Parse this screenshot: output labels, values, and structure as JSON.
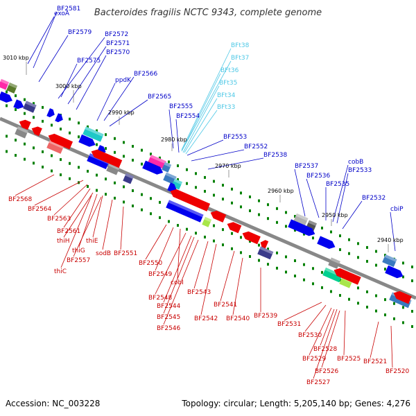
{
  "title": "Bacteroides fragilis NCTC 9343, complete genome",
  "footer": {
    "accession": "Accession: NC_003228",
    "summary": "Topology: circular; Length: 5,205,140 bp; Genes: 4,276"
  },
  "colors": {
    "top_label": "#0000c8",
    "top_rna_label": "#4dc8e6",
    "bottom_label": "#c80000",
    "backbone": "#888888",
    "tick": "#008000"
  },
  "kbp_marks": [
    "3010 kbp",
    "3000 kbp",
    "2990 kbp",
    "2980 kbp",
    "2970 kbp",
    "2960 kbp",
    "2950 kbp",
    "2940 kbp"
  ],
  "top_labels": [
    "exoA",
    "BF2581",
    "BF2579",
    "BF2572",
    "BF2571",
    "BF2570",
    "BF2575",
    "BF2566",
    "ppdK",
    "BF2565",
    "BF2555",
    "BF2554",
    "BFt38",
    "BFt37",
    "BFt36",
    "BFt35",
    "BFt34",
    "BFt33",
    "BF2553",
    "BF2552",
    "BF2538",
    "BF2537",
    "BF2536",
    "BF2535",
    "cobB",
    "BF2533",
    "BF2532",
    "cbiP"
  ],
  "bottom_labels": [
    "BF2568",
    "BF2564",
    "BF2563",
    "BF2561",
    "thiH",
    "thiE",
    "thiG",
    "sodB",
    "BF2557",
    "thiC",
    "BF2551",
    "BF2550",
    "BF2549",
    "cobI",
    "BF2548",
    "BF2544",
    "BF2545",
    "BF2546",
    "BF2543",
    "BF2542",
    "BF2541",
    "BF2540",
    "BF2539",
    "BF2531",
    "BF2530",
    "BF2528",
    "BF2529",
    "BF2525",
    "BF2526",
    "BF2527",
    "BF2521",
    "BF2520"
  ]
}
